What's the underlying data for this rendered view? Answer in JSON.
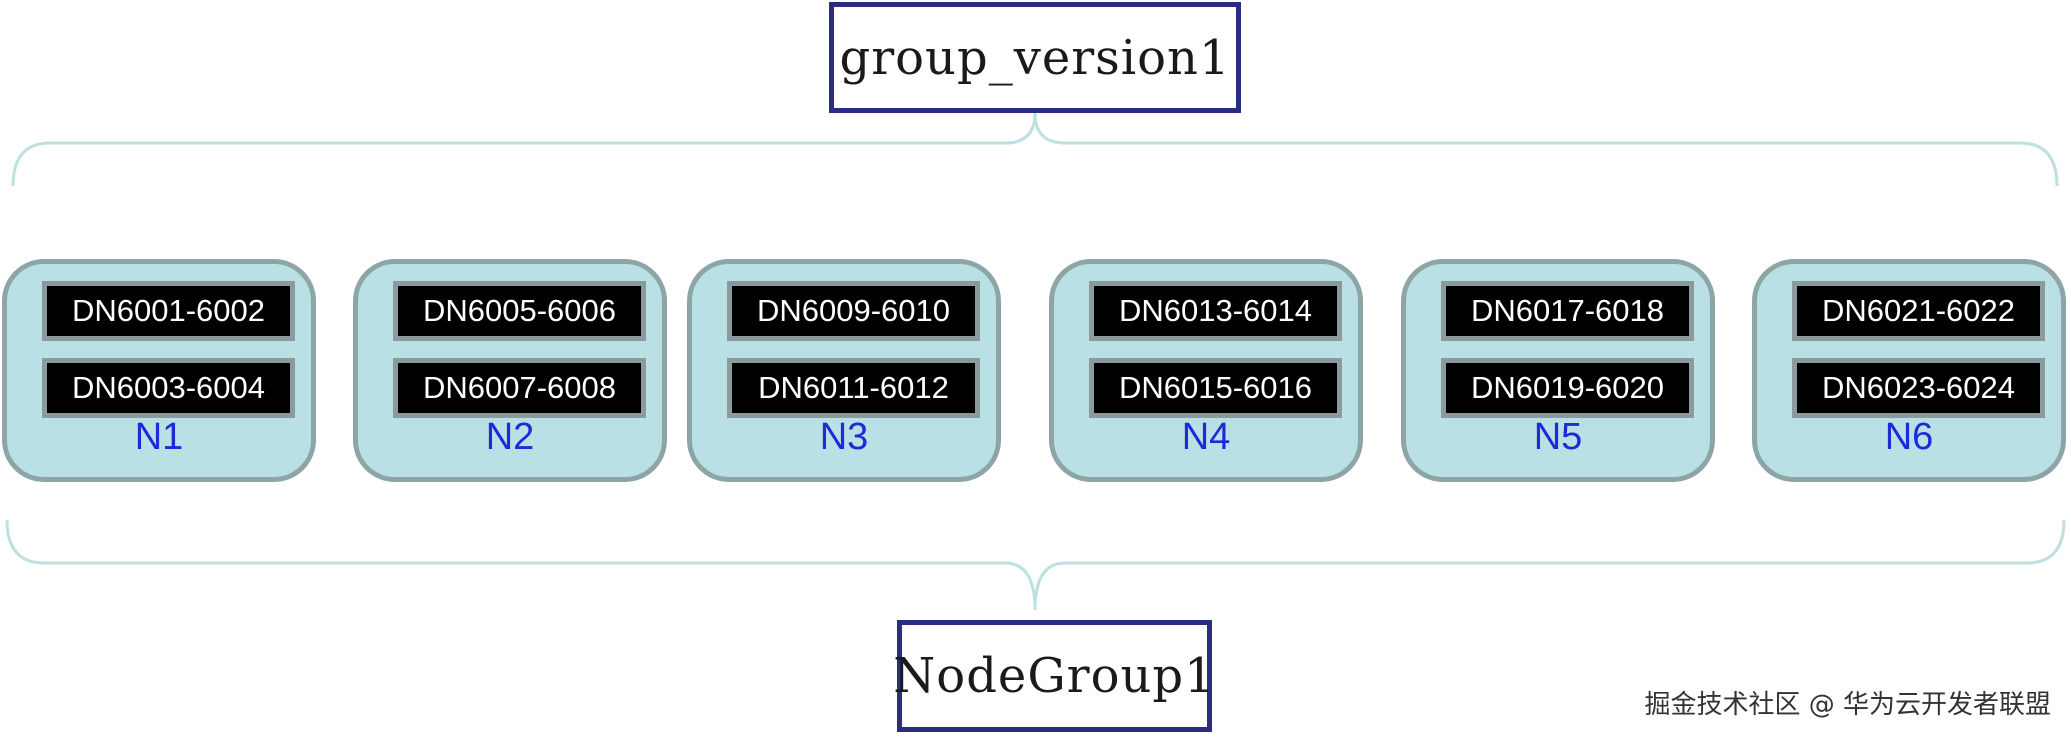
{
  "top_label": "group_version1",
  "bottom_label": "NodeGroup1",
  "nodes": [
    {
      "name": "N1",
      "dn": [
        "DN6001-6002",
        "DN6003-6004"
      ]
    },
    {
      "name": "N2",
      "dn": [
        "DN6005-6006",
        "DN6007-6008"
      ]
    },
    {
      "name": "N3",
      "dn": [
        "DN6009-6010",
        "DN6011-6012"
      ]
    },
    {
      "name": "N4",
      "dn": [
        "DN6013-6014",
        "DN6015-6016"
      ]
    },
    {
      "name": "N5",
      "dn": [
        "DN6017-6018",
        "DN6019-6020"
      ]
    },
    {
      "name": "N6",
      "dn": [
        "DN6021-6022",
        "DN6023-6024"
      ]
    }
  ],
  "watermark": "掘金技术社区 @ 华为云开发者联盟",
  "colors": {
    "label_border": "#2b2d80",
    "node_fill": "#b9e0e4",
    "node_border": "#8ea5a8",
    "dn_fill": "#000000",
    "node_name": "#1a2bd9",
    "brace": "#bfe0e0"
  }
}
